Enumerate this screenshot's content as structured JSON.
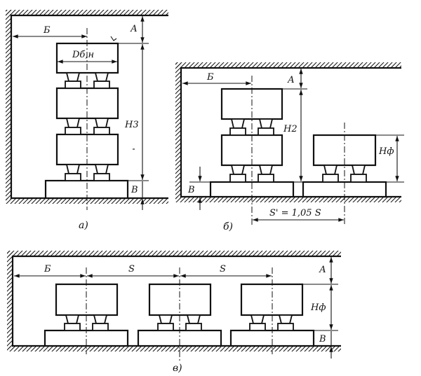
{
  "labels": {
    "panel_a": {
      "caption": "а)",
      "dim_b": "Б",
      "dim_a": "А",
      "dim_v": "В",
      "dim_h": "Н3",
      "diameter": "Dб,н"
    },
    "panel_b": {
      "caption": "б)",
      "dim_b": "Б",
      "dim_a": "А",
      "dim_v": "В",
      "dim_h": "Н2",
      "dim_hf": "Нф",
      "spacing": "S' = 1,05 S"
    },
    "panel_v": {
      "caption": "в)",
      "dim_b": "Б",
      "dim_s1": "S",
      "dim_s2": "S",
      "dim_a": "А",
      "dim_hf": "Нф",
      "dim_v": "В"
    }
  }
}
